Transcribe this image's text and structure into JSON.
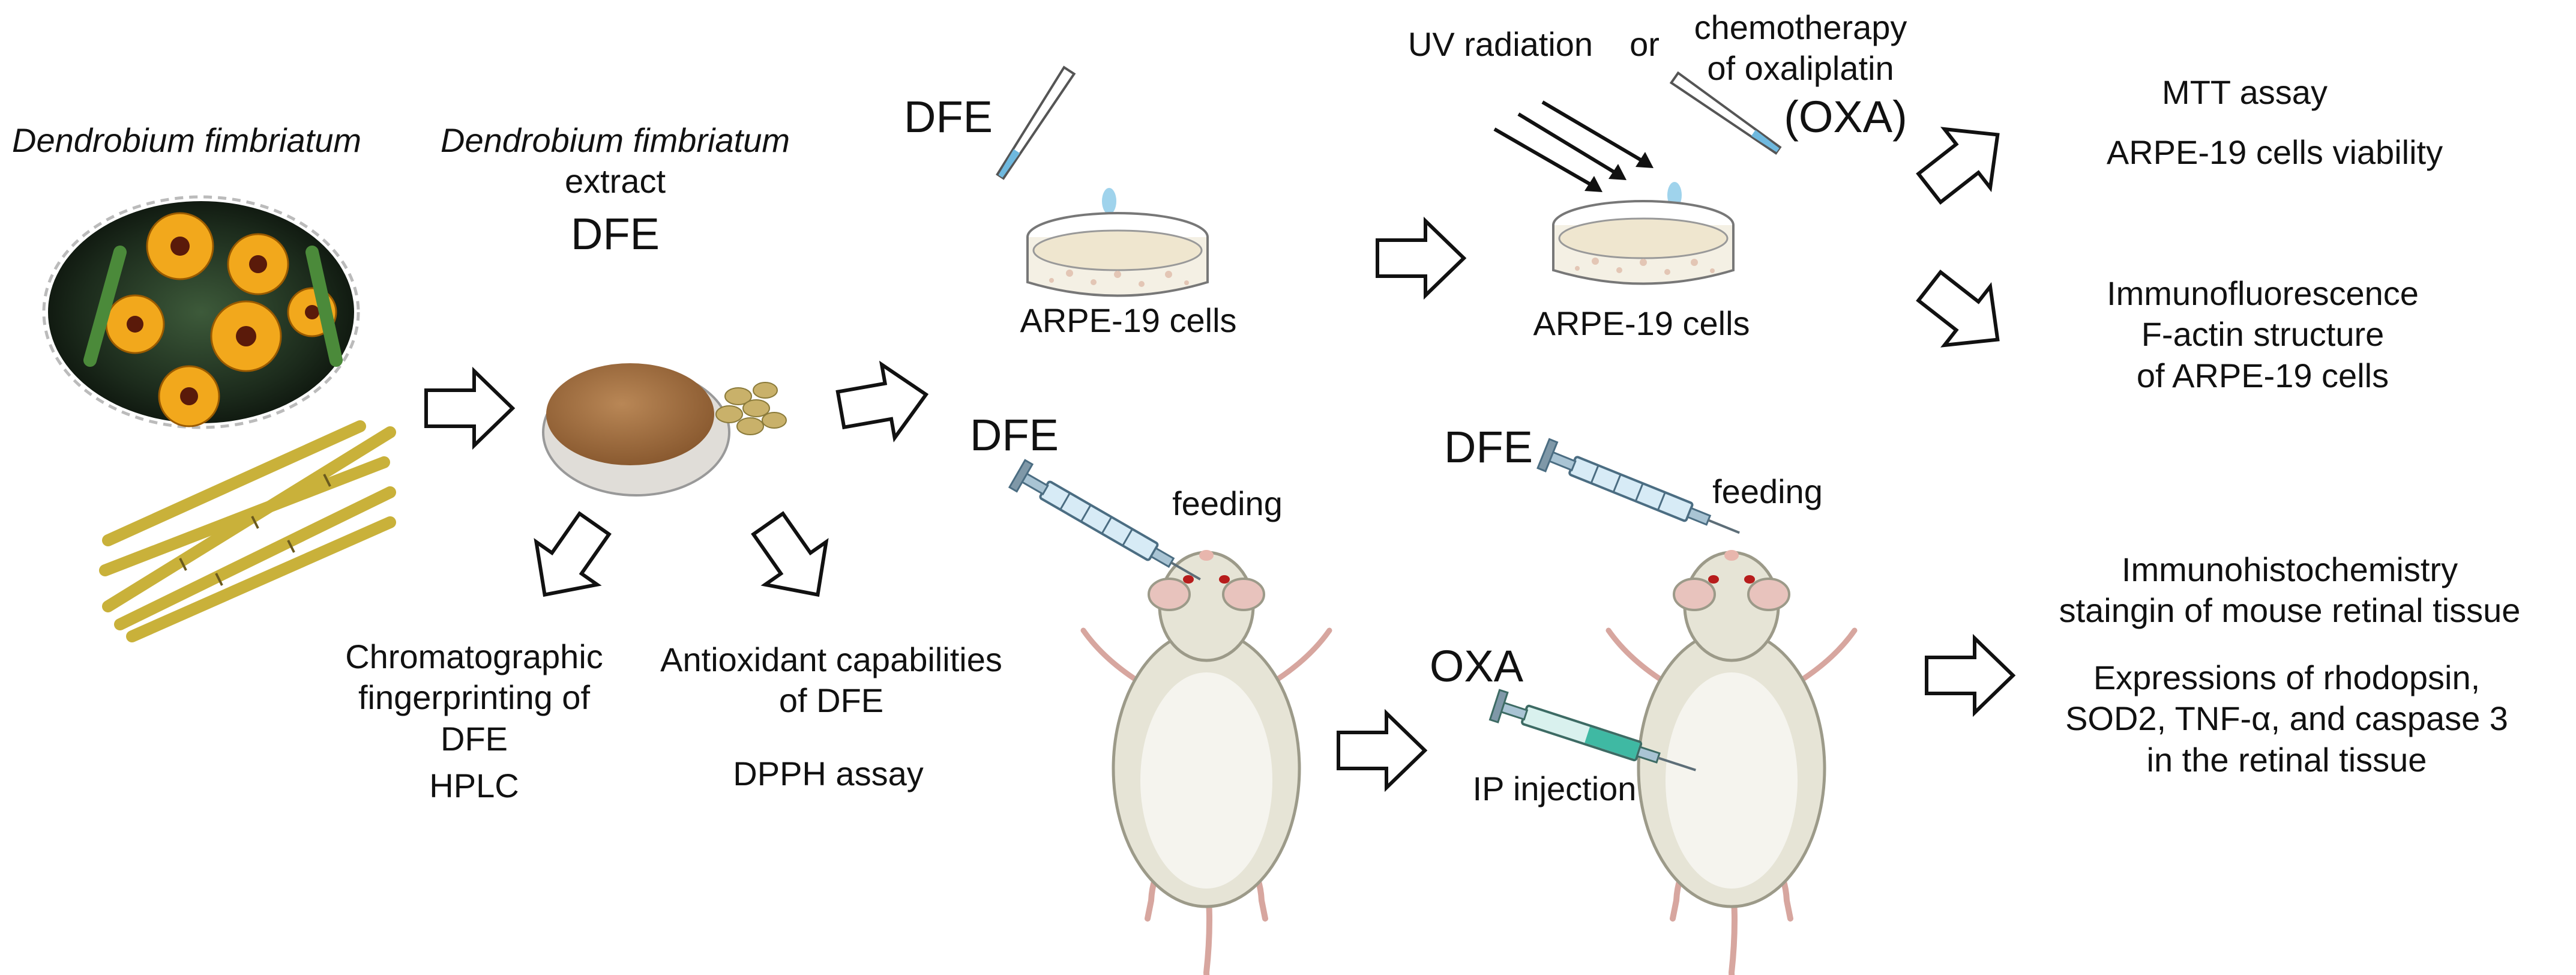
{
  "figure": {
    "plant": {
      "name": "Dendrobium fimbriatum",
      "extract_name": "Dendrobium fimbriatum",
      "extract_word": "extract",
      "abbrev": "DFE"
    },
    "analysis": {
      "chromatography": [
        "Chromatographic",
        "fingerprinting of",
        "DFE"
      ],
      "chromatography_method": "HPLC",
      "antioxidant": [
        "Antioxidant capabilities",
        "of DFE"
      ],
      "antioxidant_method": "DPPH assay"
    },
    "in_vitro": {
      "treatment_label": "DFE",
      "cells_label": "ARPE-19 cells",
      "uv_label": "UV radiation",
      "or_label": "or",
      "chemo_lines": [
        "chemotherapy",
        "of oxaliplatin"
      ],
      "oxa_label": "(OXA)",
      "cells_label_2": "ARPE-19 cells"
    },
    "in_vivo": {
      "dfe_label_1": "DFE",
      "feeding_label_1": "feeding",
      "dfe_label_2": "DFE",
      "feeding_label_2": "feeding",
      "oxa_label": "OXA",
      "ip_label": "IP injection"
    },
    "outcomes": {
      "mtt_title": "MTT assay",
      "mtt_desc": "ARPE-19 cells viability",
      "if_lines": [
        "Immunofluorescence",
        "F-actin structure",
        "of ARPE-19 cells"
      ],
      "ihc_lines": [
        "Immunohistochemistry",
        "staingin of mouse retinal tissue"
      ],
      "expr_lines": [
        "Expressions of rhodopsin,",
        "SOD2, TNF-α, and caspase 3",
        "in the retinal tissue"
      ]
    }
  }
}
